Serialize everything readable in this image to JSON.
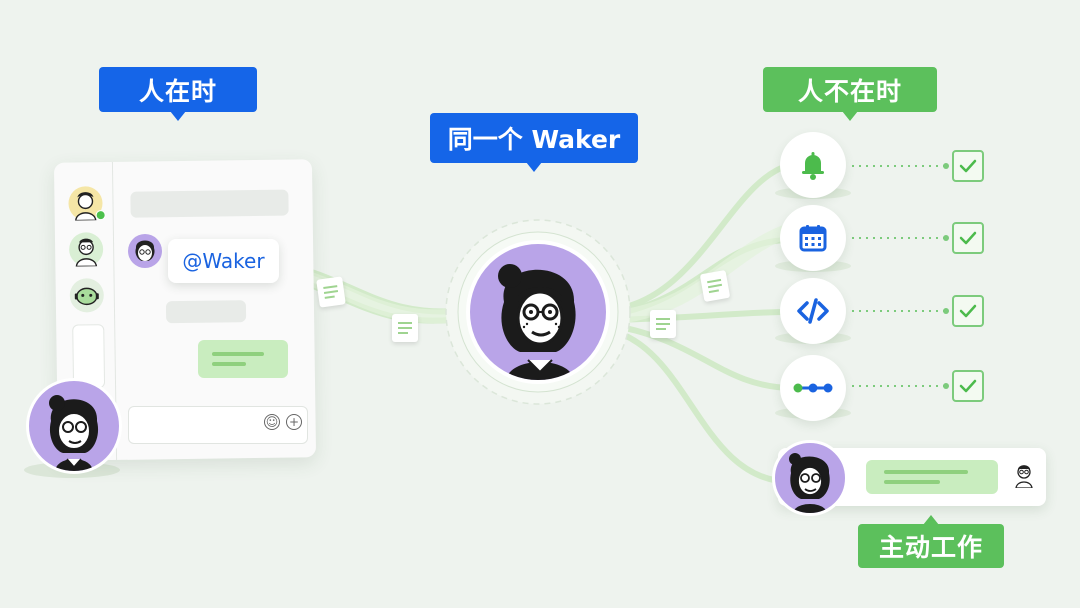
{
  "labels": {
    "human_present": "人在时",
    "same_waker": "同一个 Waker",
    "human_absent": "人不在时",
    "proactive_work": "主动工作"
  },
  "chat": {
    "mention": "@Waker"
  },
  "actions": [
    {
      "icon": "bell-icon",
      "done": true
    },
    {
      "icon": "calendar-icon",
      "done": true
    },
    {
      "icon": "code-icon",
      "done": true
    },
    {
      "icon": "workflow-icon",
      "done": true
    }
  ],
  "colors": {
    "blue": "#1565e8",
    "green": "#5cc05c",
    "avatar_purple": "#b9a4e8",
    "background": "#eef3ee"
  }
}
